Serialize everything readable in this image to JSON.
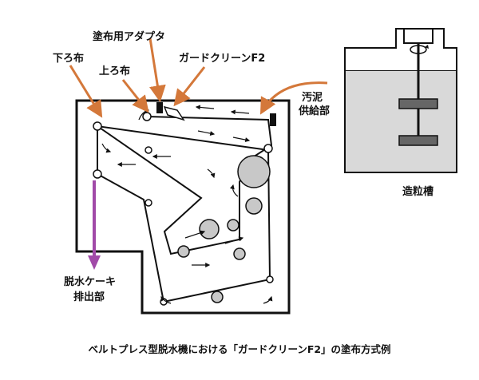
{
  "labels": {
    "adapter": "塗布用アダプタ",
    "lower_cloth": "下ろ布",
    "upper_cloth": "上ろ布",
    "guard_clean": "ガードクリーンF2",
    "sludge_line1": "汚泥",
    "sludge_line2": "供給部",
    "granulation_tank": "造粒槽",
    "cake_line1": "脱水ケーキ",
    "cake_line2": "排出部"
  },
  "caption": "ベルトプレス型脱水機における「ガードクリーンF2」の塗布方式例",
  "colors": {
    "callout_arrow": "#d4783a",
    "cake_arrow": "#a14aa8",
    "tank_fill": "#d9d9d9",
    "roller_fill": "#c8c8c8",
    "line": "#111111"
  }
}
